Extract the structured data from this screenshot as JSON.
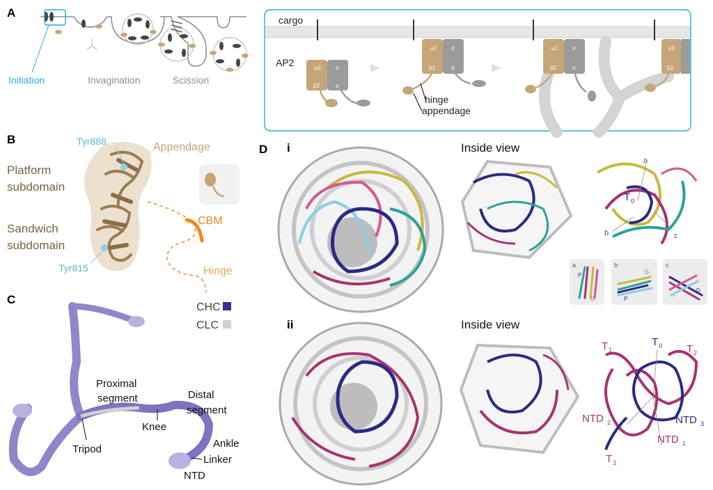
{
  "colors": {
    "tan": "#c6a578",
    "tan_dark": "#8a6d47",
    "cyan": "#29abe2",
    "gray": "#9b9b9b",
    "gray_light": "#d9d9d9",
    "chc": "#3f2d8f",
    "clc": "#d0d0d0",
    "orange": "#f28a1a",
    "magenta": "#a8326f",
    "teal": "#2aa19a",
    "olive": "#c9b83a",
    "sky": "#8ccde8",
    "navy": "#2b2a86"
  },
  "panelA": {
    "letter": "A",
    "initiation": "Initiation",
    "invagination": "Invagination",
    "scission": "Scission",
    "cargo": "cargo",
    "ap2": "AP2",
    "mu2": "μ2",
    "sigma": "σ",
    "beta2": "β2",
    "alpha": "α",
    "hinge": "hinge",
    "appendage": "appendage"
  },
  "panelB": {
    "letter": "B",
    "tyr888": "Tyr888",
    "appendage": "Appendage",
    "platform1": "Platform",
    "platform2": "subdomain",
    "sandwich1": "Sandwich",
    "sandwich2": "subdomain",
    "cbm": "CBM",
    "tyr815": "Tyr815",
    "hinge": "Hinge"
  },
  "panelC": {
    "letter": "C",
    "chc": "CHC",
    "clc": "CLC",
    "proximal1": "Proximal",
    "proximal2": "segment",
    "distal1": "Distal",
    "distal2": "segment",
    "knee": "Knee",
    "tripod": "Tripod",
    "ankle": "Ankle",
    "linker": "Linker",
    "ntd": "NTD"
  },
  "panelD": {
    "letter": "D",
    "row_i": "i",
    "row_ii": "ii",
    "inside_view": "Inside view",
    "a": "a",
    "b": "b",
    "c": "c",
    "T": "T",
    "NTD": "NTD",
    "s0": "0",
    "s1": "1",
    "s2": "2",
    "s3": "3",
    "P": "P",
    "D": "D"
  }
}
